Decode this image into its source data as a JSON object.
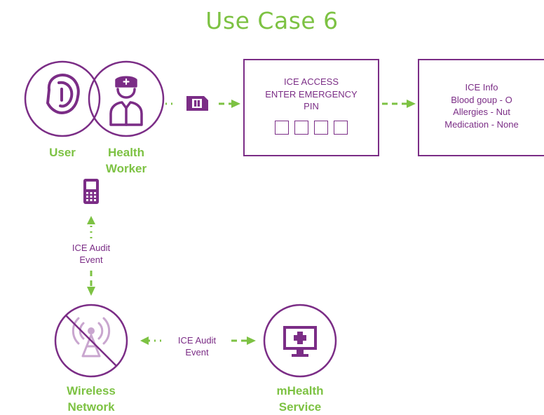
{
  "title": "Use Case 6",
  "actors": {
    "user": "User",
    "health_worker_line1": "Health",
    "health_worker_line2": "Worker",
    "wireless_line1": "Wireless",
    "wireless_line2": "Network",
    "mhealth_line1": "mHealth",
    "mhealth_line2": "Service"
  },
  "access_box": {
    "line1": "ICE ACCESS",
    "line2": "ENTER EMERGENCY",
    "line3": "PIN",
    "pin_digits": 4
  },
  "info_box": {
    "line1": "ICE Info",
    "line2": "Blood goup - O",
    "line3": "Allergies - Nut",
    "line4": "Medication - None"
  },
  "audit_vertical": {
    "line1": "ICE Audit",
    "line2": "Event"
  },
  "audit_horizontal": {
    "line1": "ICE Audit",
    "line2": "Event"
  },
  "icons": [
    "user-face-icon",
    "nurse-icon",
    "sim-card-icon",
    "mobile-phone-icon",
    "no-signal-tower-icon",
    "medical-monitor-icon"
  ],
  "colors": {
    "purple": "#7b2d86",
    "green": "#7dc243",
    "light_purple": "#c9a6cf"
  }
}
